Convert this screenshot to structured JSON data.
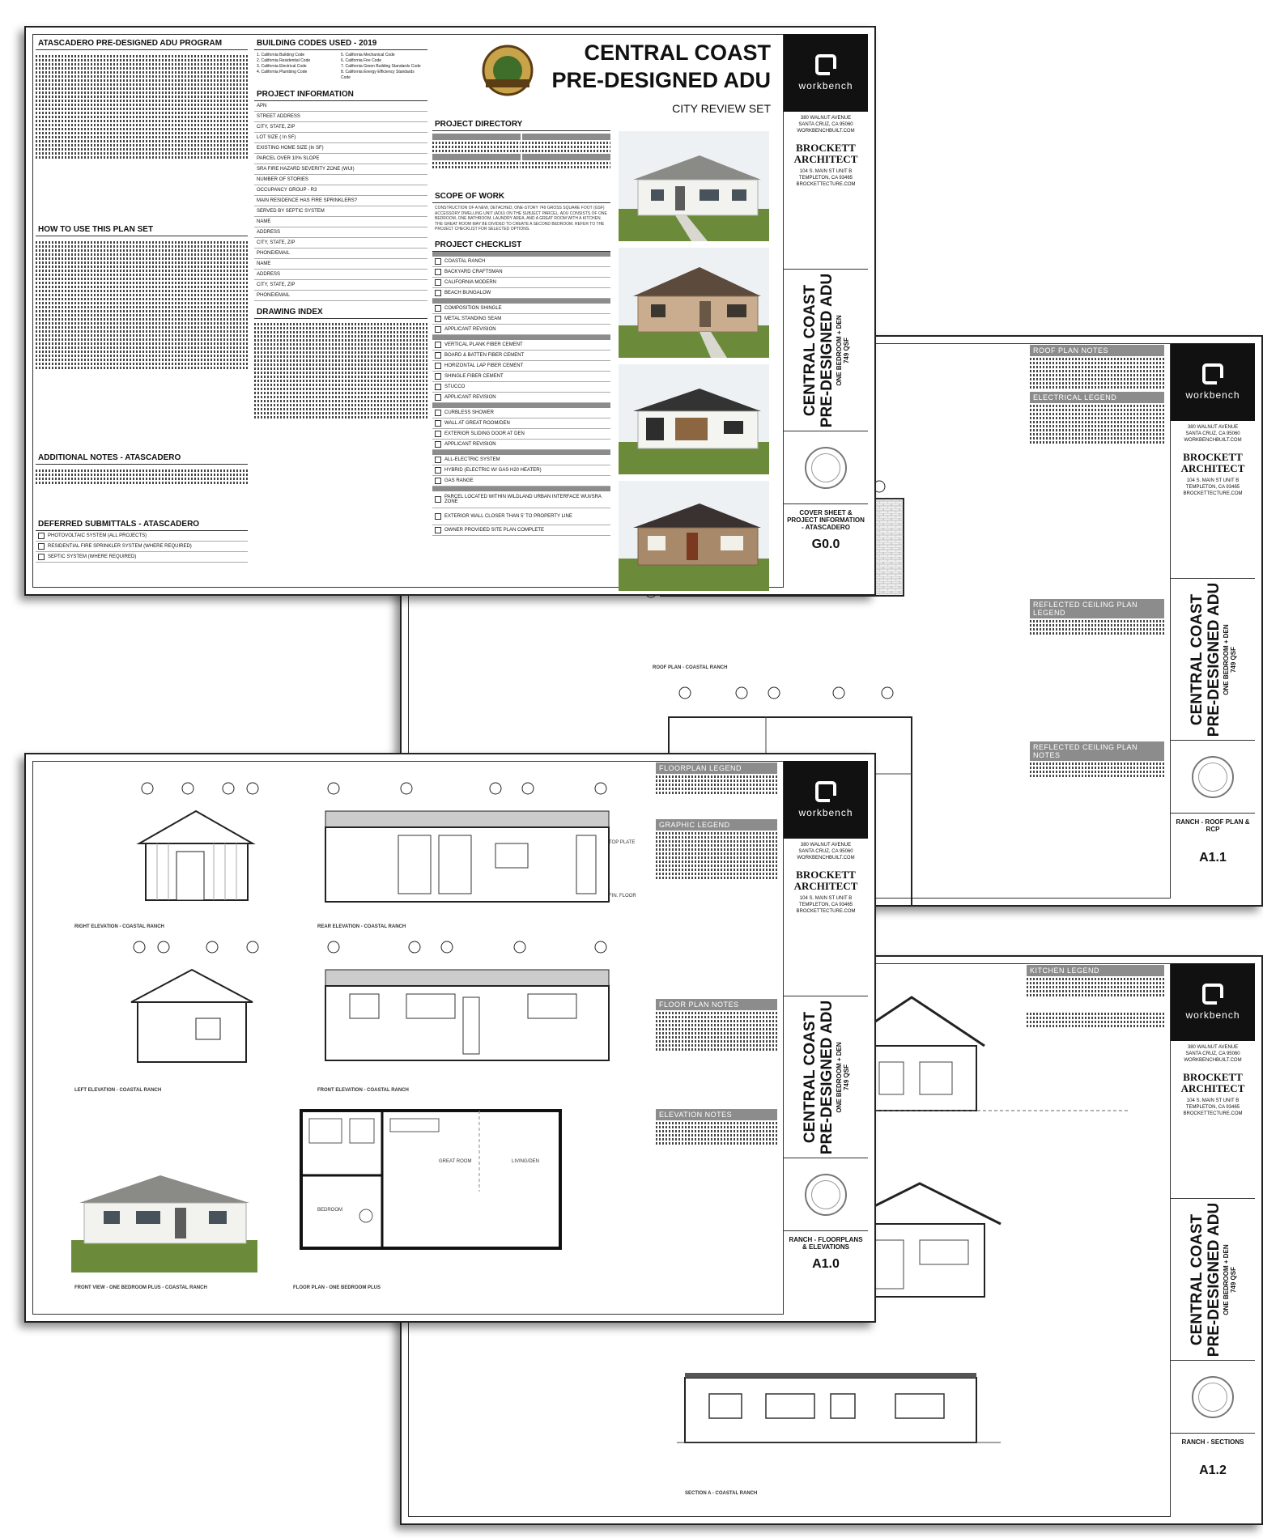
{
  "brand": {
    "logo_word": "workbench",
    "workbench_address": [
      "380 WALNUT AVENUE",
      "SANTA CRUZ, CA 95060",
      "WORKBENCHBUILT.COM"
    ],
    "architect_name": "BROCKETT ARCHITECT",
    "architect_address": [
      "104 S. MAIN ST UNIT B",
      "TEMPLETON, CA 93465",
      "BROCKETTECTURE.COM"
    ]
  },
  "project_title": [
    "CENTRAL COAST",
    "PRE-DESIGNED ADU"
  ],
  "project_subtitle": [
    "ONE BEDROOM + DEN",
    "749 QSF"
  ],
  "sheet_cover": {
    "big_title_1": "CENTRAL COAST",
    "big_title_2": "PRE-DESIGNED ADU",
    "city_review": "CITY REVIEW SET",
    "program_header": "ATASCADERO PRE-DESIGNED ADU PROGRAM",
    "how_to_header": "HOW TO USE THIS PLAN SET",
    "additional_notes_header": "ADDITIONAL NOTES - ATASCADERO",
    "deferred_header": "DEFERRED SUBMITTALS - ATASCADERO",
    "deferred_items": [
      "PHOTOVOLTAIC SYSTEM (ALL PROJECTS)",
      "RESIDENTIAL FIRE SPRINKLER SYSTEM (WHERE REQUIRED)",
      "SEPTIC SYSTEM (WHERE REQUIRED)"
    ],
    "codes_header": "BUILDING CODES USED - 2019",
    "codes": [
      "1. California Building Code",
      "2. California Residential Code",
      "3. California Electrical Code",
      "4. California Plumbing Code",
      "5. California Mechanical Code",
      "6. California Fire Code",
      "7. California Green Building Standards Code",
      "8. California Energy Efficiency Standards Code"
    ],
    "project_info_header": "PROJECT INFORMATION",
    "project_info_rows": [
      "APN",
      "STREET ADDRESS",
      "CITY, STATE, ZIP",
      "LOT SIZE ( In SF)",
      "EXISTING HOME SIZE (In SF)",
      "PARCEL OVER 10% SLOPE",
      "SRA FIRE HAZARD SEVERITY ZONE (WUI)",
      "NUMBER OF STORIES",
      "OCCUPANCY GROUP - R3",
      "MAIN RESIDENCE HAS FIRE SPRINKLERS?",
      "SERVED BY SEPTIC SYSTEM",
      "NAME",
      "ADDRESS",
      "CITY, STATE, ZIP",
      "PHONE/EMAIL",
      "NAME",
      "ADDRESS",
      "CITY, STATE, ZIP",
      "PHONE/EMAIL"
    ],
    "drawing_index_header": "DRAWING INDEX",
    "directory_header": "PROJECT DIRECTORY",
    "scope_header": "SCOPE OF WORK",
    "scope_text": "CONSTRUCTION OF A NEW, DETACHED, ONE-STORY 749 GROSS SQUARE FOOT (GSF) ACCESSORY DWELLING UNIT (ADU) ON THE SUBJECT PARCEL. ADU CONSISTS OF ONE BEDROOM, ONE BATHROOM, LAUNDRY AREA, AND A GREAT ROOM WITH A KITCHEN. THE GREAT ROOM MAY BE DIVIDED TO CREATE A SECOND BEDROOM. REFER TO THE PROJECT CHECKLIST FOR SELECTED OPTIONS.",
    "checklist_header": "PROJECT CHECKLIST",
    "checklist": [
      "COASTAL RANCH",
      "BACKYARD CRAFTSMAN",
      "CALIFORNIA MODERN",
      "BEACH BUNGALOW",
      "COMPOSITION SHINGLE",
      "METAL STANDING SEAM",
      "APPLICANT REVISION",
      "VERTICAL PLANK FIBER CEMENT",
      "BOARD & BATTEN FIBER CEMENT",
      "HORIZONTAL LAP FIBER CEMENT",
      "SHINGLE FIBER CEMENT",
      "STUCCO",
      "APPLICANT REVISION",
      "CURBLESS SHOWER",
      "WALL AT GREAT ROOM/DEN",
      "EXTERIOR SLIDING DOOR AT DEN",
      "APPLICANT REVISION",
      "ALL-ELECTRIC SYSTEM",
      "HYBRID (ELECTRIC W/ GAS H20 HEATER)",
      "GAS RANGE",
      "PARCEL LOCATED WITHIN WILDLAND URBAN INTERFACE WUI/SRA ZONE",
      "EXTERIOR WALL CLOSER THAN 5' TO PROPERTY LINE",
      "OWNER PROVIDED SITE PLAN COMPLETE"
    ],
    "sheet_name": "COVER SHEET & PROJECT INFORMATION - ATASCADERO",
    "sheet_number": "G0.0"
  },
  "sheet_roof": {
    "roof_notes": "ROOF PLAN NOTES",
    "electrical_legend": "ELECTRICAL LEGEND",
    "rcp_legend": "REFLECTED CEILING PLAN LEGEND",
    "rcp_notes": "REFLECTED CEILING PLAN NOTES",
    "plan_label": "ROOF PLAN - COASTAL RANCH",
    "sheet_name": "RANCH - ROOF PLAN & RCP",
    "sheet_number": "A1.1"
  },
  "sheet_elev": {
    "floorplan_legend": "FLOORPLAN LEGEND",
    "graphic_legend": "GRAPHIC LEGEND",
    "floor_plan_notes": "FLOOR PLAN NOTES",
    "elevation_notes": "ELEVATION NOTES",
    "right_elev": "RIGHT ELEVATION - COASTAL RANCH",
    "rear_elev": "REAR ELEVATION - COASTAL RANCH",
    "left_elev": "LEFT ELEVATION - COASTAL RANCH",
    "front_elev": "FRONT ELEVATION - COASTAL RANCH",
    "front_view": "FRONT VIEW - ONE BEDROOM PLUS - COASTAL RANCH",
    "floor_plan": "FLOOR PLAN - ONE BEDROOM PLUS",
    "room_great": "GREAT ROOM",
    "room_living": "LIVING/DEN",
    "room_bed": "BEDROOM",
    "top_plate": "TOP PLATE",
    "fin_floor": "FIN. FLOOR",
    "sheet_name": "RANCH - FLOORPLANS & ELEVATIONS",
    "sheet_number": "A1.0"
  },
  "sheet_section": {
    "kitchen_legend": "KITCHEN LEGEND",
    "section_label": "SECTION A - COASTAL RANCH",
    "sheet_name": "RANCH - SECTIONS",
    "sheet_number": "A1.2"
  },
  "colors": {
    "header_gray": "#8c8c8c",
    "logo_black": "#111111"
  }
}
